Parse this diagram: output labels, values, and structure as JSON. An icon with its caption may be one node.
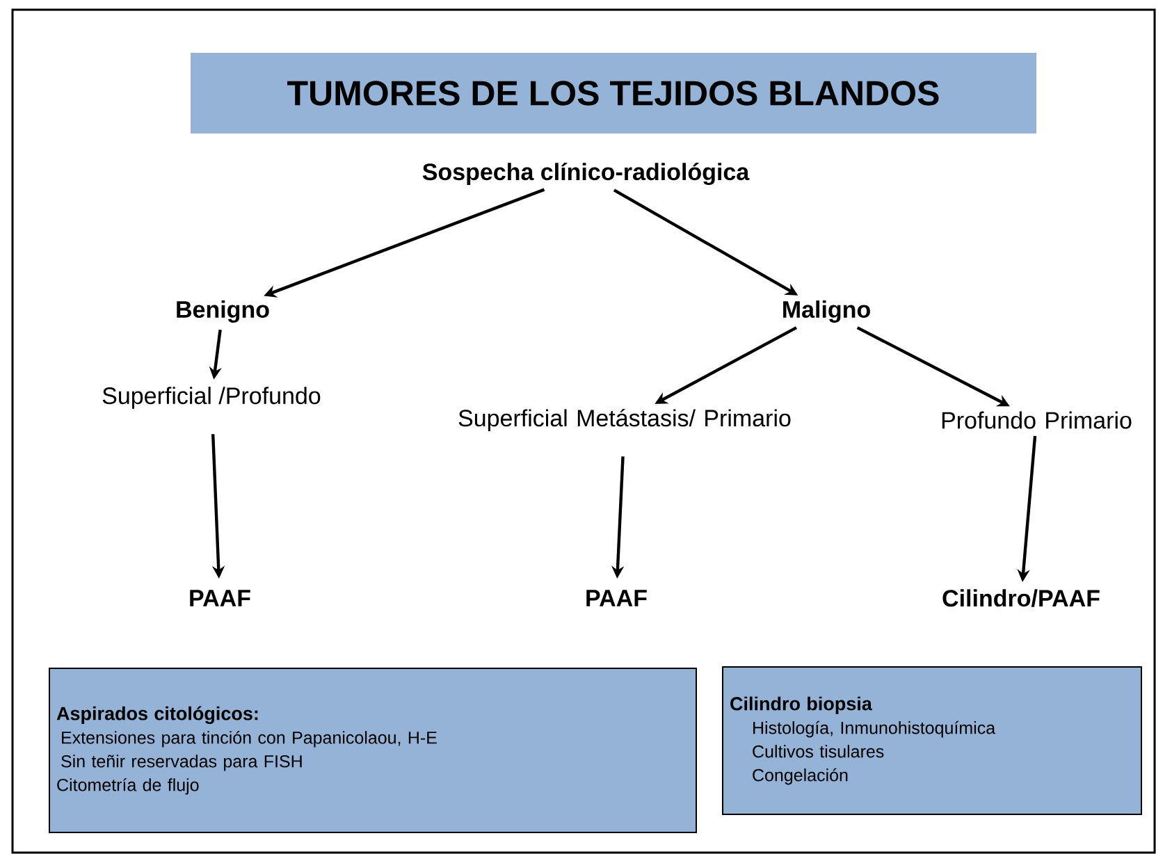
{
  "diagram": {
    "title": "TUMORES DE LOS TEJIDOS BLANDOS",
    "nodes": [
      {
        "text": [
          "Sospecha clínico-radiológica"
        ]
      },
      {
        "text": [
          "Benigno"
        ]
      },
      {
        "text": [
          "Maligno"
        ]
      },
      {
        "text": [
          "Superficial /Profundo"
        ]
      },
      {
        "text": [
          "Superficial Metástasis/ Primario"
        ]
      },
      {
        "text": [
          "Profundo Primario"
        ]
      },
      {
        "text": [
          "PAAF"
        ]
      },
      {
        "text": [
          "PAAF"
        ]
      },
      {
        "text": [
          "Cilindro/PAAF"
        ]
      },
      {
        "text": [
          "Aspirados citológicos:",
          "Extensiones para tinción con Papanicolaou, H-E",
          "Sin teñir reservadas para FISH",
          "Citometría de flujo"
        ]
      },
      {
        "text": [
          "Cilindro biopsia",
          "Histología, Inmunohistoquímica",
          "Cultivos tisulares",
          "Congelación"
        ]
      }
    ],
    "edges": [
      {
        "from": 0,
        "to": 1,
        "arrow": "to"
      },
      {
        "from": 0,
        "to": 2,
        "arrow": "to"
      },
      {
        "from": 1,
        "to": 3,
        "arrow": "to"
      },
      {
        "from": 3,
        "to": 6,
        "arrow": "to"
      },
      {
        "from": 2,
        "to": 4,
        "arrow": "to"
      },
      {
        "from": 2,
        "to": 5,
        "arrow": "to"
      },
      {
        "from": 4,
        "to": 7,
        "arrow": "to"
      },
      {
        "from": 5,
        "to": 8,
        "arrow": "to"
      }
    ]
  }
}
